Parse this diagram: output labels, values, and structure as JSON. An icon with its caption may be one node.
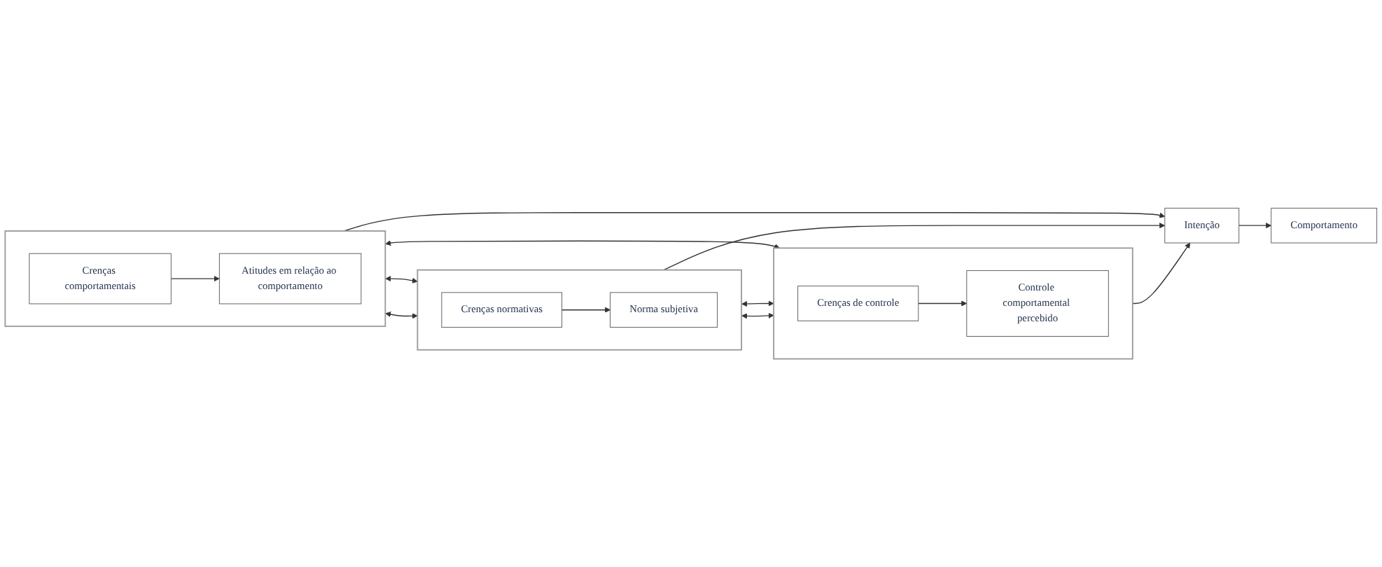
{
  "diagram": {
    "nodes": [
      {
        "text": [],
        "shape": "box"
      },
      {
        "text": [
          "Crenças comportamentais"
        ],
        "in": 0
      },
      {
        "text": [
          "Atitudes em relação ao comportamento"
        ],
        "in": 0
      },
      {
        "text": [],
        "shape": "box"
      },
      {
        "text": [
          "Crenças normativas"
        ],
        "in": 3
      },
      {
        "text": [
          "Norma subjetiva"
        ],
        "in": 3
      },
      {
        "text": [],
        "shape": "box"
      },
      {
        "text": [
          "Crenças de controle"
        ],
        "in": 6
      },
      {
        "text": [
          "Controle comportamental percebido"
        ],
        "in": 6
      },
      {
        "text": [
          "Intenção"
        ]
      },
      {
        "text": [
          "Comportamento"
        ]
      }
    ],
    "edges": [
      {
        "from": 1,
        "to": 2,
        "arrow": "to"
      },
      {
        "from": 4,
        "to": 5,
        "arrow": "to"
      },
      {
        "from": 7,
        "to": 8,
        "arrow": "to"
      },
      {
        "from": 0,
        "to": 9,
        "arrow": "to"
      },
      {
        "from": 3,
        "to": 9,
        "arrow": "to"
      },
      {
        "from": 6,
        "to": 9,
        "arrow": "to"
      },
      {
        "from": 9,
        "to": 10,
        "arrow": "to"
      },
      {
        "from": 0,
        "to": 6,
        "arrow": "both"
      },
      {
        "from": 0,
        "to": 3,
        "arrow": "both"
      },
      {
        "from": 3,
        "to": 6,
        "arrow": "both"
      },
      {
        "from": 0,
        "to": 3,
        "arrow": "both"
      },
      {
        "from": 3,
        "to": 6,
        "arrow": "both"
      }
    ]
  }
}
